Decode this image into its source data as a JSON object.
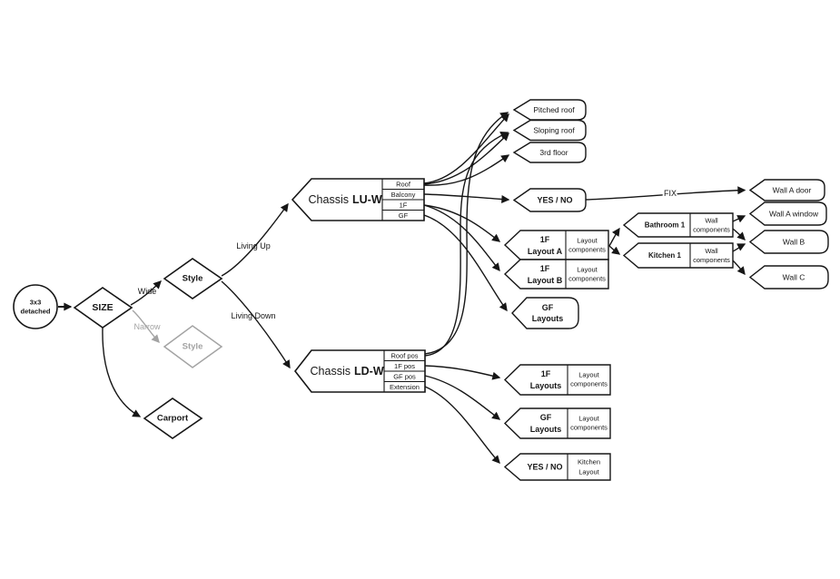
{
  "colors": {
    "ink": "#161616",
    "muted": "#a3a3a3",
    "background": "#ffffff"
  },
  "nodes": {
    "start": {
      "lines": [
        "3x3",
        "detached"
      ]
    },
    "size": {
      "label": "SIZE"
    },
    "style_wide": {
      "label": "Style"
    },
    "style_narrow": {
      "label": "Style"
    },
    "carport": {
      "label": "Carport"
    },
    "chassis_lu": {
      "name": "Chassis",
      "variant": "LU-W",
      "rows": [
        "Roof",
        "Balcony",
        "1F",
        "GF"
      ]
    },
    "chassis_ld": {
      "name": "Chassis",
      "variant": "LD-W",
      "rows": [
        "Roof pos",
        "1F pos",
        "GF pos",
        "Extension"
      ]
    },
    "pitched_roof": {
      "label": "Pitched roof"
    },
    "sloping_roof": {
      "label": "Sloping roof"
    },
    "third_floor": {
      "label": "3rd floor"
    },
    "yes_no_top": {
      "label": "YES /  NO"
    },
    "layout_a": {
      "lines": [
        "1F",
        "Layout A"
      ],
      "side": [
        "Layout",
        "components"
      ]
    },
    "layout_b": {
      "lines": [
        "1F",
        "Layout B"
      ],
      "side": [
        "Layout",
        "components"
      ]
    },
    "gf_layouts_top": {
      "lines": [
        "GF",
        "Layouts"
      ]
    },
    "bathroom": {
      "label": "Bathroom 1",
      "side": [
        "Wall",
        "components"
      ]
    },
    "kitchen": {
      "label": "Kitchen 1",
      "side": [
        "Wall",
        "components"
      ]
    },
    "wall_a_door": {
      "label": "Wall A door"
    },
    "wall_a_window": {
      "label": "Wall A window"
    },
    "wall_b": {
      "label": "Wall B"
    },
    "wall_c": {
      "label": "Wall C"
    },
    "layouts_1f_bottom": {
      "lines": [
        "1F",
        "Layouts"
      ],
      "side": [
        "Layout",
        "components"
      ]
    },
    "gf_layouts_bottom": {
      "lines": [
        "GF",
        "Layouts"
      ],
      "side": [
        "Layout",
        "components"
      ]
    },
    "yes_no_bottom": {
      "label": "YES /  NO",
      "side": [
        "Kitchen",
        "Layout"
      ]
    }
  },
  "edge_labels": {
    "wide": "Wide",
    "narrow": "Narrow",
    "living_up": "Living Up",
    "living_down": "Living Down",
    "fix": "FIX"
  }
}
